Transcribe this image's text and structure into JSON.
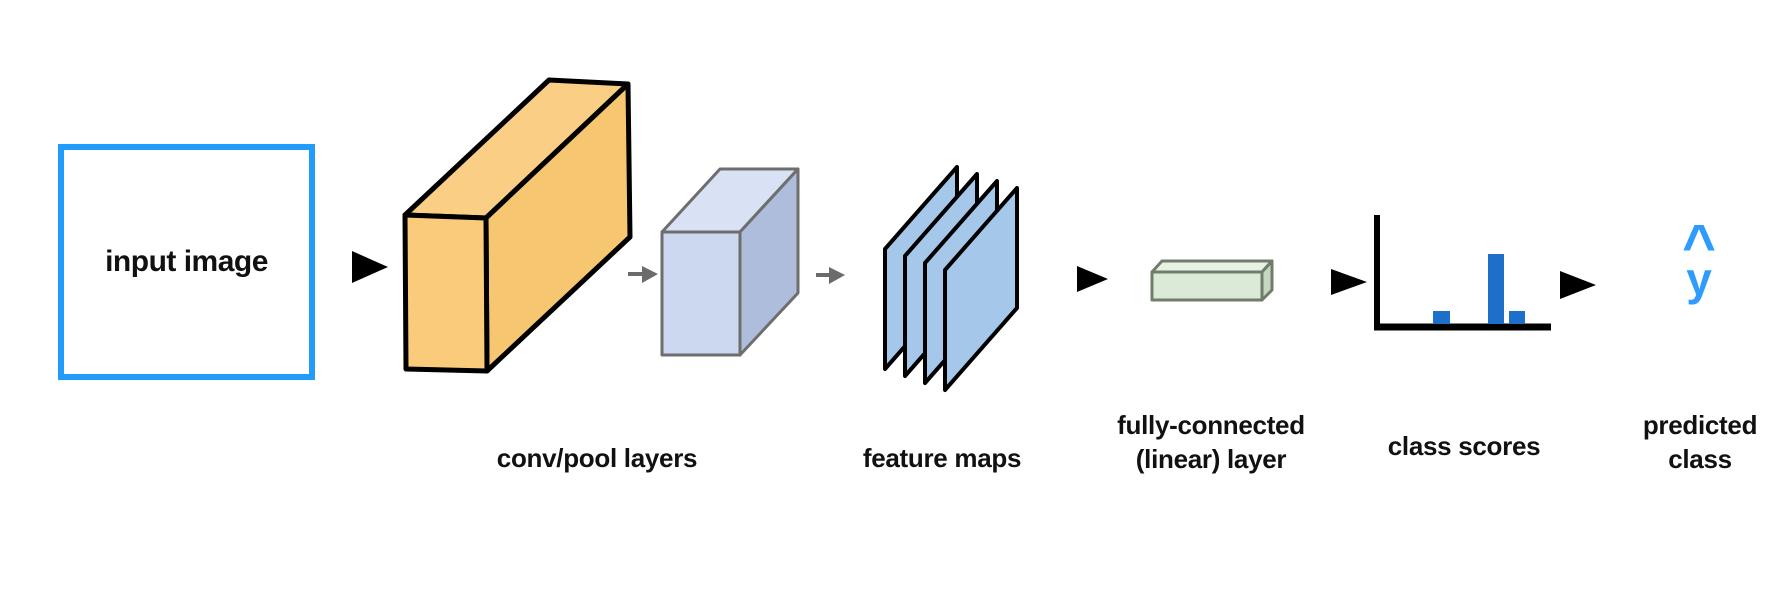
{
  "diagram": {
    "type": "cnn-classification-pipeline",
    "input": {
      "label": "input image"
    },
    "labels": {
      "conv_pool": "conv/pool layers",
      "feature_maps": "feature maps",
      "fully_connected_line1": "fully-connected",
      "fully_connected_line2": "(linear) layer",
      "class_scores": "class scores",
      "predicted_line1": "predicted",
      "predicted_line2": "class"
    },
    "predicted_symbol": {
      "hat": "^",
      "letter": "y"
    },
    "flow": [
      "input image",
      "conv/pool layers",
      "feature maps",
      "fully-connected (linear) layer",
      "class scores",
      "predicted class"
    ]
  },
  "class_scores_chart": {
    "type": "bar",
    "values_normalized": [
      0.19,
      1.0,
      0.19
    ],
    "bar_color": "#1E6FC9",
    "axis_color": "#000000",
    "note": "L-shaped axes, no ticks or labels; middle class has highest score"
  },
  "colors": {
    "input_box_border": "#219BFC",
    "predicted_class_blue": "#2E9CFF",
    "conv_box_orange": "#F9CB7B",
    "pool_box_lavender": "#CBD8F0",
    "feature_map_blue": "#A5C8EA",
    "fc_box_green": "#DBEAD6",
    "arrow_black": "#000000",
    "arrow_gray": "#6B6B6B",
    "label_text": "#111111"
  }
}
